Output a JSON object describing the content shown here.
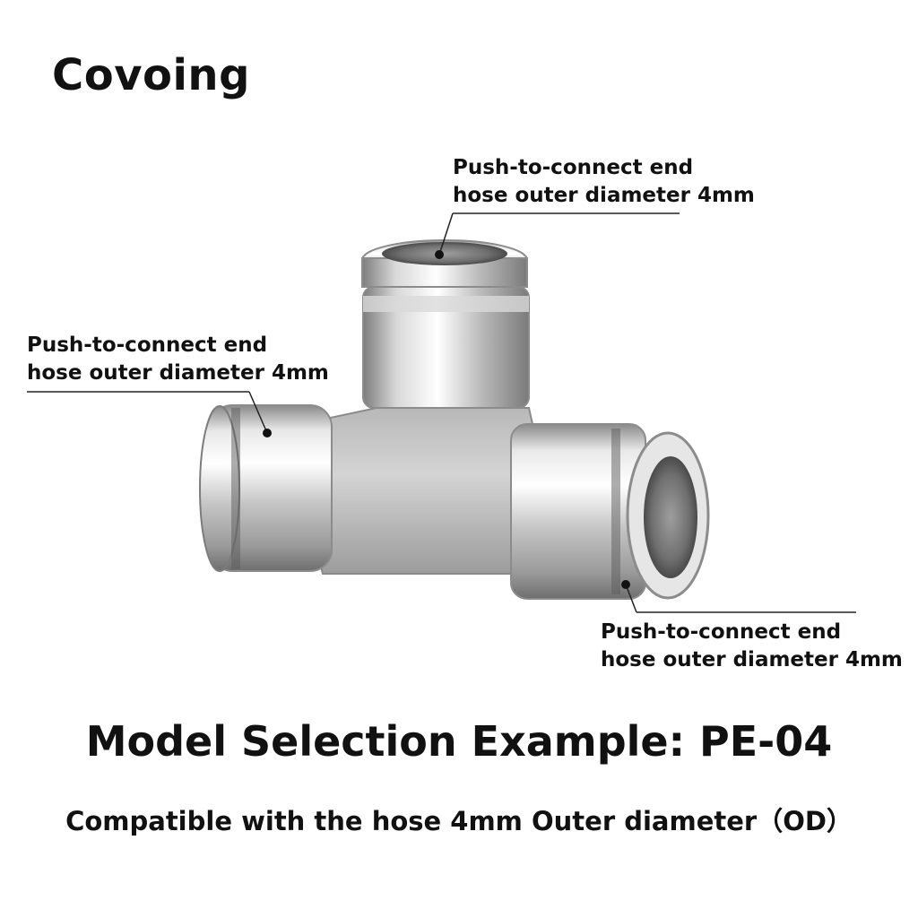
{
  "brand": "Covoing",
  "callouts": {
    "top": {
      "line1": "Push-to-connect end",
      "line2": "hose outer diameter 4mm"
    },
    "left": {
      "line1": "Push-to-connect end",
      "line2": "hose outer diameter 4mm"
    },
    "right": {
      "line1": "Push-to-connect end",
      "line2": "hose outer diameter 4mm"
    }
  },
  "model_selection": "Model Selection Example:  PE-04",
  "compatibility": "Compatible with the hose 4mm Outer diameter（OD）",
  "colors": {
    "background": "#ffffff",
    "text": "#111111",
    "metal": "#c9c9c9"
  }
}
